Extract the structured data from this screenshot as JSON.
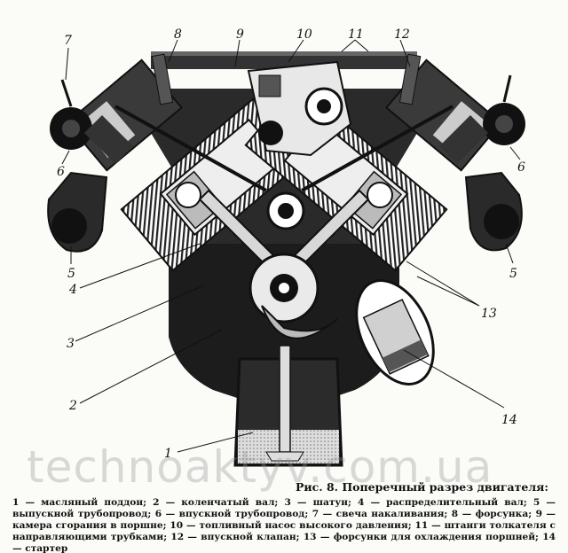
{
  "callouts": [
    "1",
    "2",
    "3",
    "4",
    "5",
    "5",
    "6",
    "6",
    "7",
    "8",
    "9",
    "10",
    "11",
    "12",
    "13",
    "14"
  ],
  "watermark": "technoaktyv.com.ua",
  "caption": {
    "title": "Рис. 8. Поперечный разрез двигателя:",
    "legend": "1 — масляный поддон; 2 — коленчатый вал; 3 — шатун; 4 — распределительный вал; 5 — выпускной трубопровод; 6 — впускной трубопровод; 7 — свеча накаливания; 8 — форсунка; 9 — камера сгорания в поршне; 10 — топливный насос высокого давления; 11 — штанги толкателя с направляющими трубками; 12 — впускной клапан; 13 — форсунки для охлаждения поршней; 14 — стартер"
  }
}
